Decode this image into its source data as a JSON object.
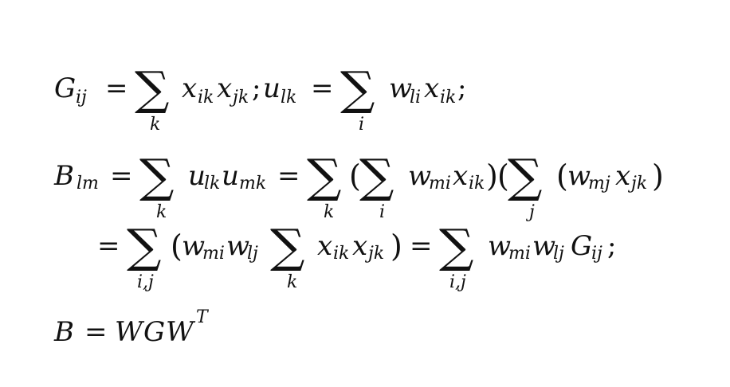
{
  "equations": [
    {
      "id": "gram-and-u",
      "latex": "G_{ij} = \\sum_k x_{ik} x_{jk}; u_{lk} = \\sum_i w_{li} x_{ik};",
      "parts": {
        "G": "G",
        "G_sub": "ij",
        "eq1": "=",
        "sigma": "∑",
        "sum1_lim": "k",
        "x1": "x",
        "x1_sub": "ik",
        "x2": "x",
        "x2_sub": "jk",
        "semi1": ";",
        "u": "u",
        "u_sub": "lk",
        "eq2": "=",
        "sum2_lim": "i",
        "w": "w",
        "w_sub": "li",
        "x3": "x",
        "x3_sub": "ik",
        "semi2": ";"
      }
    },
    {
      "id": "b-expansion",
      "latex": "B_{lm} = \\sum_k u_{lk} u_{mk} = \\sum_k (\\sum_i w_{mi} x_{ik})(\\sum_j (w_{mj} x_{jk})",
      "parts": {
        "B": "B",
        "B_sub": "lm",
        "eq1": "=",
        "sum1_lim": "k",
        "u1": "u",
        "u1_sub": "lk",
        "u2": "u",
        "u2_sub": "mk",
        "eq2": "=",
        "sum2_lim": "k",
        "lp1": "(",
        "sum3_lim": "i",
        "w1": "w",
        "w1_sub": "mi",
        "x1": "x",
        "x1_sub": "ik",
        "rp1": ")",
        "lp2": "(",
        "sum4_lim": "j",
        "lp3": "(",
        "w2": "w",
        "w2_sub": "mj",
        "x2": "x",
        "x2_sub": "jk",
        "rp2": ")"
      }
    },
    {
      "id": "b-regroup",
      "latex": "= \\sum_{i,j} (w_{mi} w_{lj} \\sum_k x_{ik} x_{jk}) = \\sum_{i,j} w_{mi} w_{lj} G_{ij};",
      "parts": {
        "eq1": "=",
        "sum1_lim": "i,j",
        "lp": "(",
        "w1": "w",
        "w1_sub": "mi",
        "w2": "w",
        "w2_sub": "lj",
        "sum2_lim": "k",
        "x1": "x",
        "x1_sub": "ik",
        "x2": "x",
        "x2_sub": "jk",
        "rp": ")",
        "eq2": "=",
        "sum3_lim": "i,j",
        "w3": "w",
        "w3_sub": "mi",
        "w4": "w",
        "w4_sub": "lj",
        "G": "G",
        "G_sub": "ij",
        "semi": ";"
      }
    },
    {
      "id": "matrix-form",
      "latex": "B = W G W^T",
      "parts": {
        "B": "B",
        "eq": "=",
        "W1": "W",
        "G": "G",
        "W2": "W",
        "sup": "T"
      }
    }
  ],
  "sigma_glyph": "∑"
}
